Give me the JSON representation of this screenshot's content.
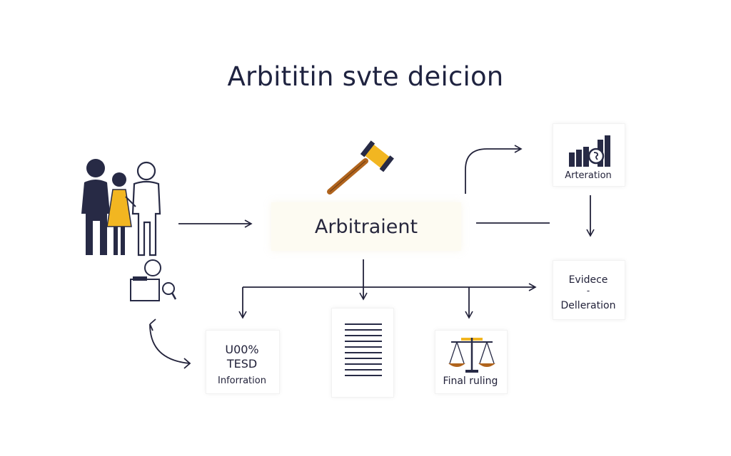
{
  "title": "Arbititin svte deicion",
  "center": {
    "label": "Arbitraient"
  },
  "alteration": {
    "label": "Arteration"
  },
  "evidence": {
    "line1": "Evidece",
    "line2": "-",
    "line3": "Delleration"
  },
  "information": {
    "line1": "U00%",
    "line2": "TESD",
    "line3": "Inforration"
  },
  "final": {
    "label": "Final ruling"
  },
  "colors": {
    "ink": "#22223a",
    "accent": "#f2b621",
    "brown": "#b0641d"
  }
}
